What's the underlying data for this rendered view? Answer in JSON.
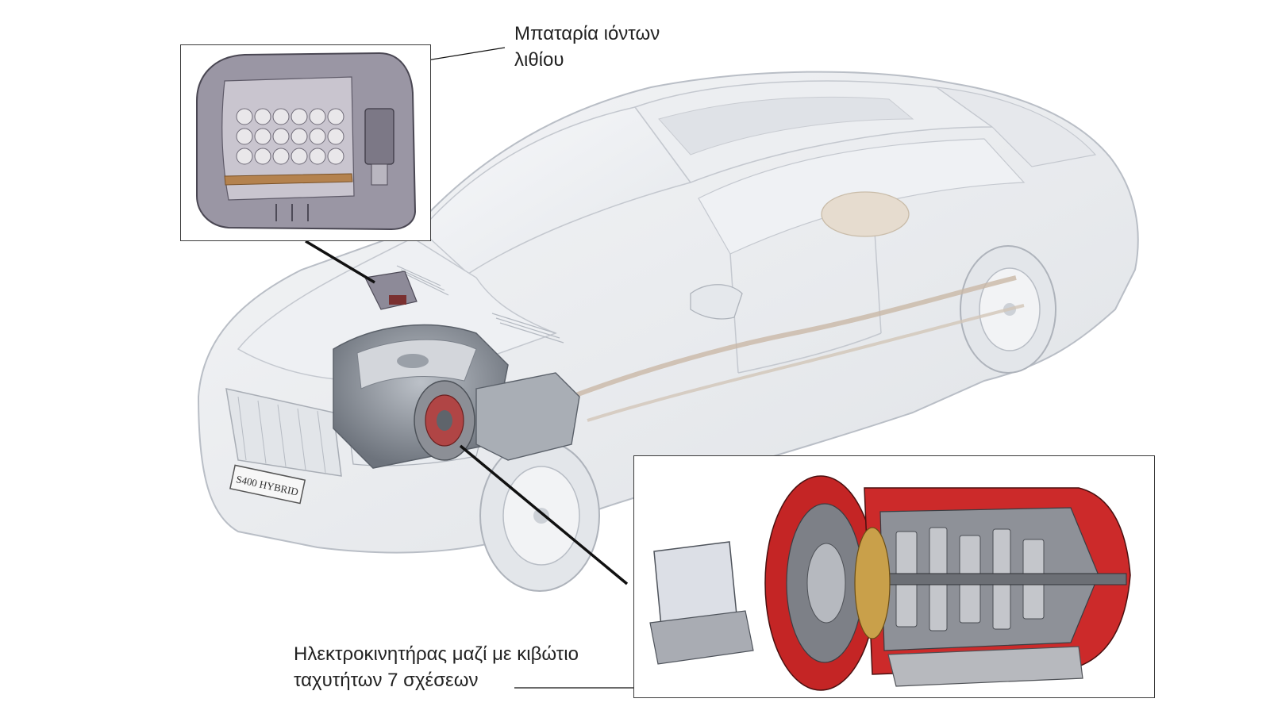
{
  "diagram": {
    "callouts": {
      "battery": {
        "line1": "Μπαταρία ιόντων",
        "line2": "λιθίου"
      },
      "motor": {
        "line1": "Ηλεκτροκινητήρας μαζί με κιβώτιο",
        "line2": "ταχυτήτων 7 σχέσεων"
      }
    },
    "car": {
      "plate": "S400 HYBRID"
    }
  },
  "colors": {
    "outline": "#3a3a3a",
    "car_body": "#e9ebee",
    "car_stroke": "#b9bec6",
    "engine": "#8d939c",
    "cutaway_red": "#c81e1e",
    "battery_shell": "#8f8b9a"
  }
}
